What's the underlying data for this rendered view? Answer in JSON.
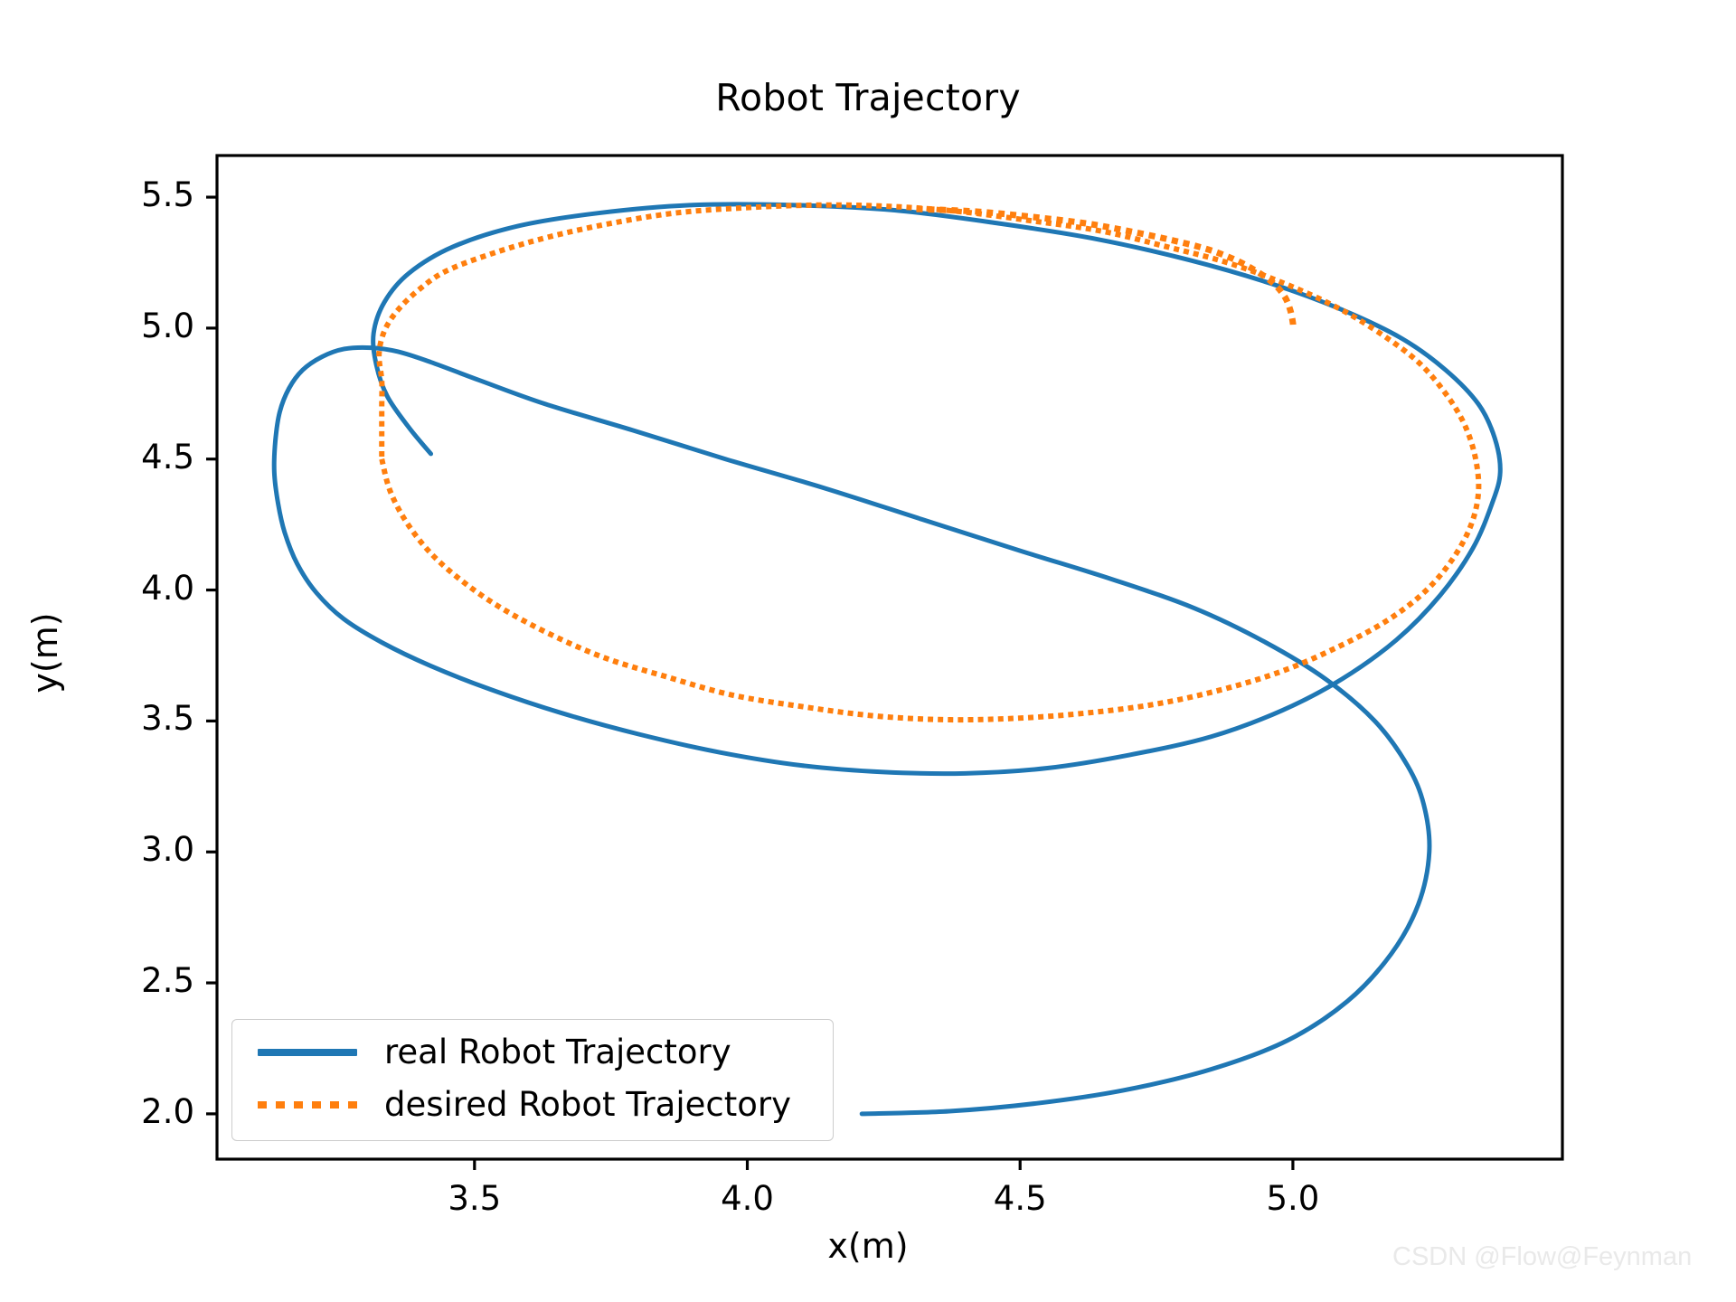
{
  "chart_data": {
    "type": "line",
    "title": "Robot Trajectory",
    "xlabel": "x(m)",
    "ylabel": "y(m)",
    "xlim": [
      3.028,
      5.494
    ],
    "ylim": [
      1.827,
      5.659
    ],
    "xticks": [
      "3.5",
      "4.0",
      "4.5",
      "5.0"
    ],
    "xtick_values": [
      3.5,
      4.0,
      4.5,
      5.0
    ],
    "yticks": [
      "2.0",
      "2.5",
      "3.0",
      "3.5",
      "4.0",
      "4.5",
      "5.0",
      "5.5"
    ],
    "ytick_values": [
      2.0,
      2.5,
      3.0,
      3.5,
      4.0,
      4.5,
      5.0,
      5.5
    ],
    "grid": false,
    "legend_position": "lower left",
    "series": [
      {
        "name": "real Robot Trajectory",
        "color": "#1f77b4",
        "linestyle": "solid",
        "linewidth": 5,
        "description": "Transient spiral converging onto the desired ellipse",
        "points": [
          [
            4.21,
            2.0
          ],
          [
            4.37,
            2.01
          ],
          [
            4.53,
            2.04
          ],
          [
            4.69,
            2.09
          ],
          [
            4.85,
            2.17
          ],
          [
            4.99,
            2.28
          ],
          [
            5.1,
            2.43
          ],
          [
            5.18,
            2.61
          ],
          [
            5.23,
            2.8
          ],
          [
            5.25,
            3.0
          ],
          [
            5.24,
            3.18
          ],
          [
            5.21,
            3.33
          ],
          [
            5.15,
            3.5
          ],
          [
            5.06,
            3.66
          ],
          [
            4.95,
            3.8
          ],
          [
            4.82,
            3.93
          ],
          [
            4.67,
            4.04
          ],
          [
            4.5,
            4.15
          ],
          [
            4.32,
            4.27
          ],
          [
            4.14,
            4.39
          ],
          [
            3.96,
            4.5
          ],
          [
            3.79,
            4.61
          ],
          [
            3.63,
            4.71
          ],
          [
            3.51,
            4.8
          ],
          [
            3.42,
            4.87
          ],
          [
            3.36,
            4.91
          ],
          [
            3.31,
            4.925
          ],
          [
            3.26,
            4.92
          ],
          [
            3.22,
            4.89
          ],
          [
            3.185,
            4.84
          ],
          [
            3.16,
            4.77
          ],
          [
            3.143,
            4.68
          ],
          [
            3.135,
            4.57
          ],
          [
            3.133,
            4.45
          ],
          [
            3.14,
            4.33
          ],
          [
            3.152,
            4.22
          ],
          [
            3.175,
            4.1
          ],
          [
            3.21,
            3.99
          ],
          [
            3.26,
            3.89
          ],
          [
            3.33,
            3.8
          ],
          [
            3.42,
            3.71
          ],
          [
            3.53,
            3.62
          ],
          [
            3.66,
            3.53
          ],
          [
            3.8,
            3.45
          ],
          [
            3.95,
            3.38
          ],
          [
            4.1,
            3.33
          ],
          [
            4.25,
            3.305
          ],
          [
            4.4,
            3.3
          ],
          [
            4.55,
            3.32
          ],
          [
            4.7,
            3.37
          ],
          [
            4.85,
            3.44
          ],
          [
            4.98,
            3.54
          ],
          [
            5.09,
            3.66
          ],
          [
            5.19,
            3.81
          ],
          [
            5.27,
            3.98
          ],
          [
            5.33,
            4.16
          ],
          [
            5.365,
            4.33
          ],
          [
            5.38,
            4.45
          ],
          [
            5.37,
            4.58
          ],
          [
            5.34,
            4.71
          ],
          [
            5.28,
            4.84
          ],
          [
            5.2,
            4.96
          ],
          [
            5.09,
            5.07
          ],
          [
            4.96,
            5.17
          ],
          [
            4.81,
            5.26
          ],
          [
            4.64,
            5.34
          ],
          [
            4.46,
            5.4
          ],
          [
            4.27,
            5.45
          ],
          [
            4.08,
            5.47
          ],
          [
            3.9,
            5.47
          ],
          [
            3.73,
            5.44
          ],
          [
            3.58,
            5.39
          ],
          [
            3.46,
            5.31
          ],
          [
            3.38,
            5.21
          ],
          [
            3.335,
            5.1
          ],
          [
            3.315,
            4.98
          ],
          [
            3.32,
            4.86
          ],
          [
            3.34,
            4.74
          ],
          [
            3.38,
            4.62
          ],
          [
            3.42,
            4.52
          ]
        ]
      },
      {
        "name": "desired Robot Trajectory",
        "color": "#ff7f0e",
        "linestyle": "dotted",
        "linewidth": 6,
        "description": "Reference ellipse starting at the left cusp (3.33, 4.50) and ending at (5.00, 5.00)",
        "points": [
          [
            3.33,
            4.5
          ],
          [
            3.345,
            4.38
          ],
          [
            3.375,
            4.26
          ],
          [
            3.42,
            4.14
          ],
          [
            3.48,
            4.03
          ],
          [
            3.55,
            3.93
          ],
          [
            3.64,
            3.83
          ],
          [
            3.74,
            3.74
          ],
          [
            3.85,
            3.67
          ],
          [
            3.97,
            3.6
          ],
          [
            4.1,
            3.555
          ],
          [
            4.23,
            3.52
          ],
          [
            4.36,
            3.505
          ],
          [
            4.49,
            3.51
          ],
          [
            4.62,
            3.53
          ],
          [
            4.75,
            3.565
          ],
          [
            4.87,
            3.62
          ],
          [
            4.98,
            3.69
          ],
          [
            5.08,
            3.78
          ],
          [
            5.17,
            3.88
          ],
          [
            5.24,
            3.99
          ],
          [
            5.29,
            4.11
          ],
          [
            5.325,
            4.24
          ],
          [
            5.34,
            4.37
          ],
          [
            5.335,
            4.5
          ],
          [
            5.315,
            4.63
          ],
          [
            5.28,
            4.75
          ],
          [
            5.23,
            4.87
          ],
          [
            5.16,
            4.98
          ],
          [
            5.08,
            5.08
          ],
          [
            4.985,
            5.17
          ],
          [
            4.88,
            5.25
          ],
          [
            4.77,
            5.31
          ],
          [
            4.65,
            5.37
          ],
          [
            4.52,
            5.41
          ],
          [
            4.39,
            5.445
          ],
          [
            4.26,
            5.465
          ],
          [
            4.13,
            5.47
          ],
          [
            4.0,
            5.46
          ],
          [
            3.87,
            5.44
          ],
          [
            3.75,
            5.4
          ],
          [
            3.64,
            5.35
          ],
          [
            3.54,
            5.29
          ],
          [
            3.45,
            5.22
          ],
          [
            3.4,
            5.15
          ],
          [
            3.36,
            5.07
          ],
          [
            3.335,
            4.99
          ],
          [
            3.325,
            4.9
          ],
          [
            3.33,
            4.8
          ],
          [
            3.33,
            4.7
          ],
          [
            3.33,
            4.6
          ],
          [
            3.33,
            4.5
          ]
        ],
        "branch_points": [
          [
            4.31,
            5.455
          ],
          [
            4.42,
            5.445
          ],
          [
            4.52,
            5.425
          ],
          [
            4.62,
            5.4
          ],
          [
            4.7,
            5.37
          ],
          [
            4.78,
            5.335
          ],
          [
            4.845,
            5.3
          ],
          [
            4.895,
            5.26
          ],
          [
            4.935,
            5.215
          ],
          [
            4.965,
            5.17
          ],
          [
            4.985,
            5.12
          ],
          [
            4.995,
            5.07
          ],
          [
            5.0,
            5.02
          ],
          [
            5.0,
            5.0
          ]
        ]
      }
    ]
  },
  "legend": {
    "items": [
      {
        "label": "real Robot Trajectory",
        "style": "solid",
        "color": "#1f77b4"
      },
      {
        "label": "desired Robot Trajectory",
        "style": "dotted",
        "color": "#ff7f0e"
      }
    ]
  },
  "watermark": {
    "text": "CSDN @Flow@Feynman"
  },
  "colors": {
    "blue": "#1f77b4",
    "orange": "#ff7f0e",
    "axis": "#000000",
    "background": "#ffffff"
  }
}
